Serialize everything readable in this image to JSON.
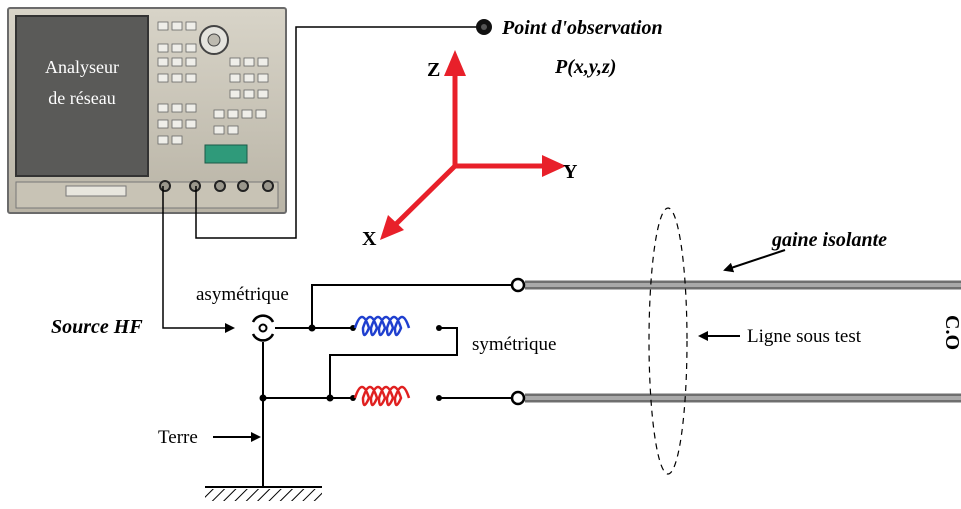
{
  "analyzer": {
    "label_line1": "Analyseur",
    "label_line2": "de réseau"
  },
  "observation": {
    "title": "Point d'observation",
    "coords": "P(x,y,z)"
  },
  "axes": {
    "z": "Z",
    "y": "Y",
    "x": "X",
    "color": "#e8202a"
  },
  "labels": {
    "gaine": "gaine isolante",
    "asym": "asymétrique",
    "source": "Source HF",
    "sym": "symétrique",
    "ligne": "Ligne sous test",
    "co": "C.O",
    "terre": "Terre"
  },
  "colors": {
    "coil_top": "#1f3fcf",
    "coil_bottom": "#e02020",
    "line_gray": "#8a8a8a"
  }
}
